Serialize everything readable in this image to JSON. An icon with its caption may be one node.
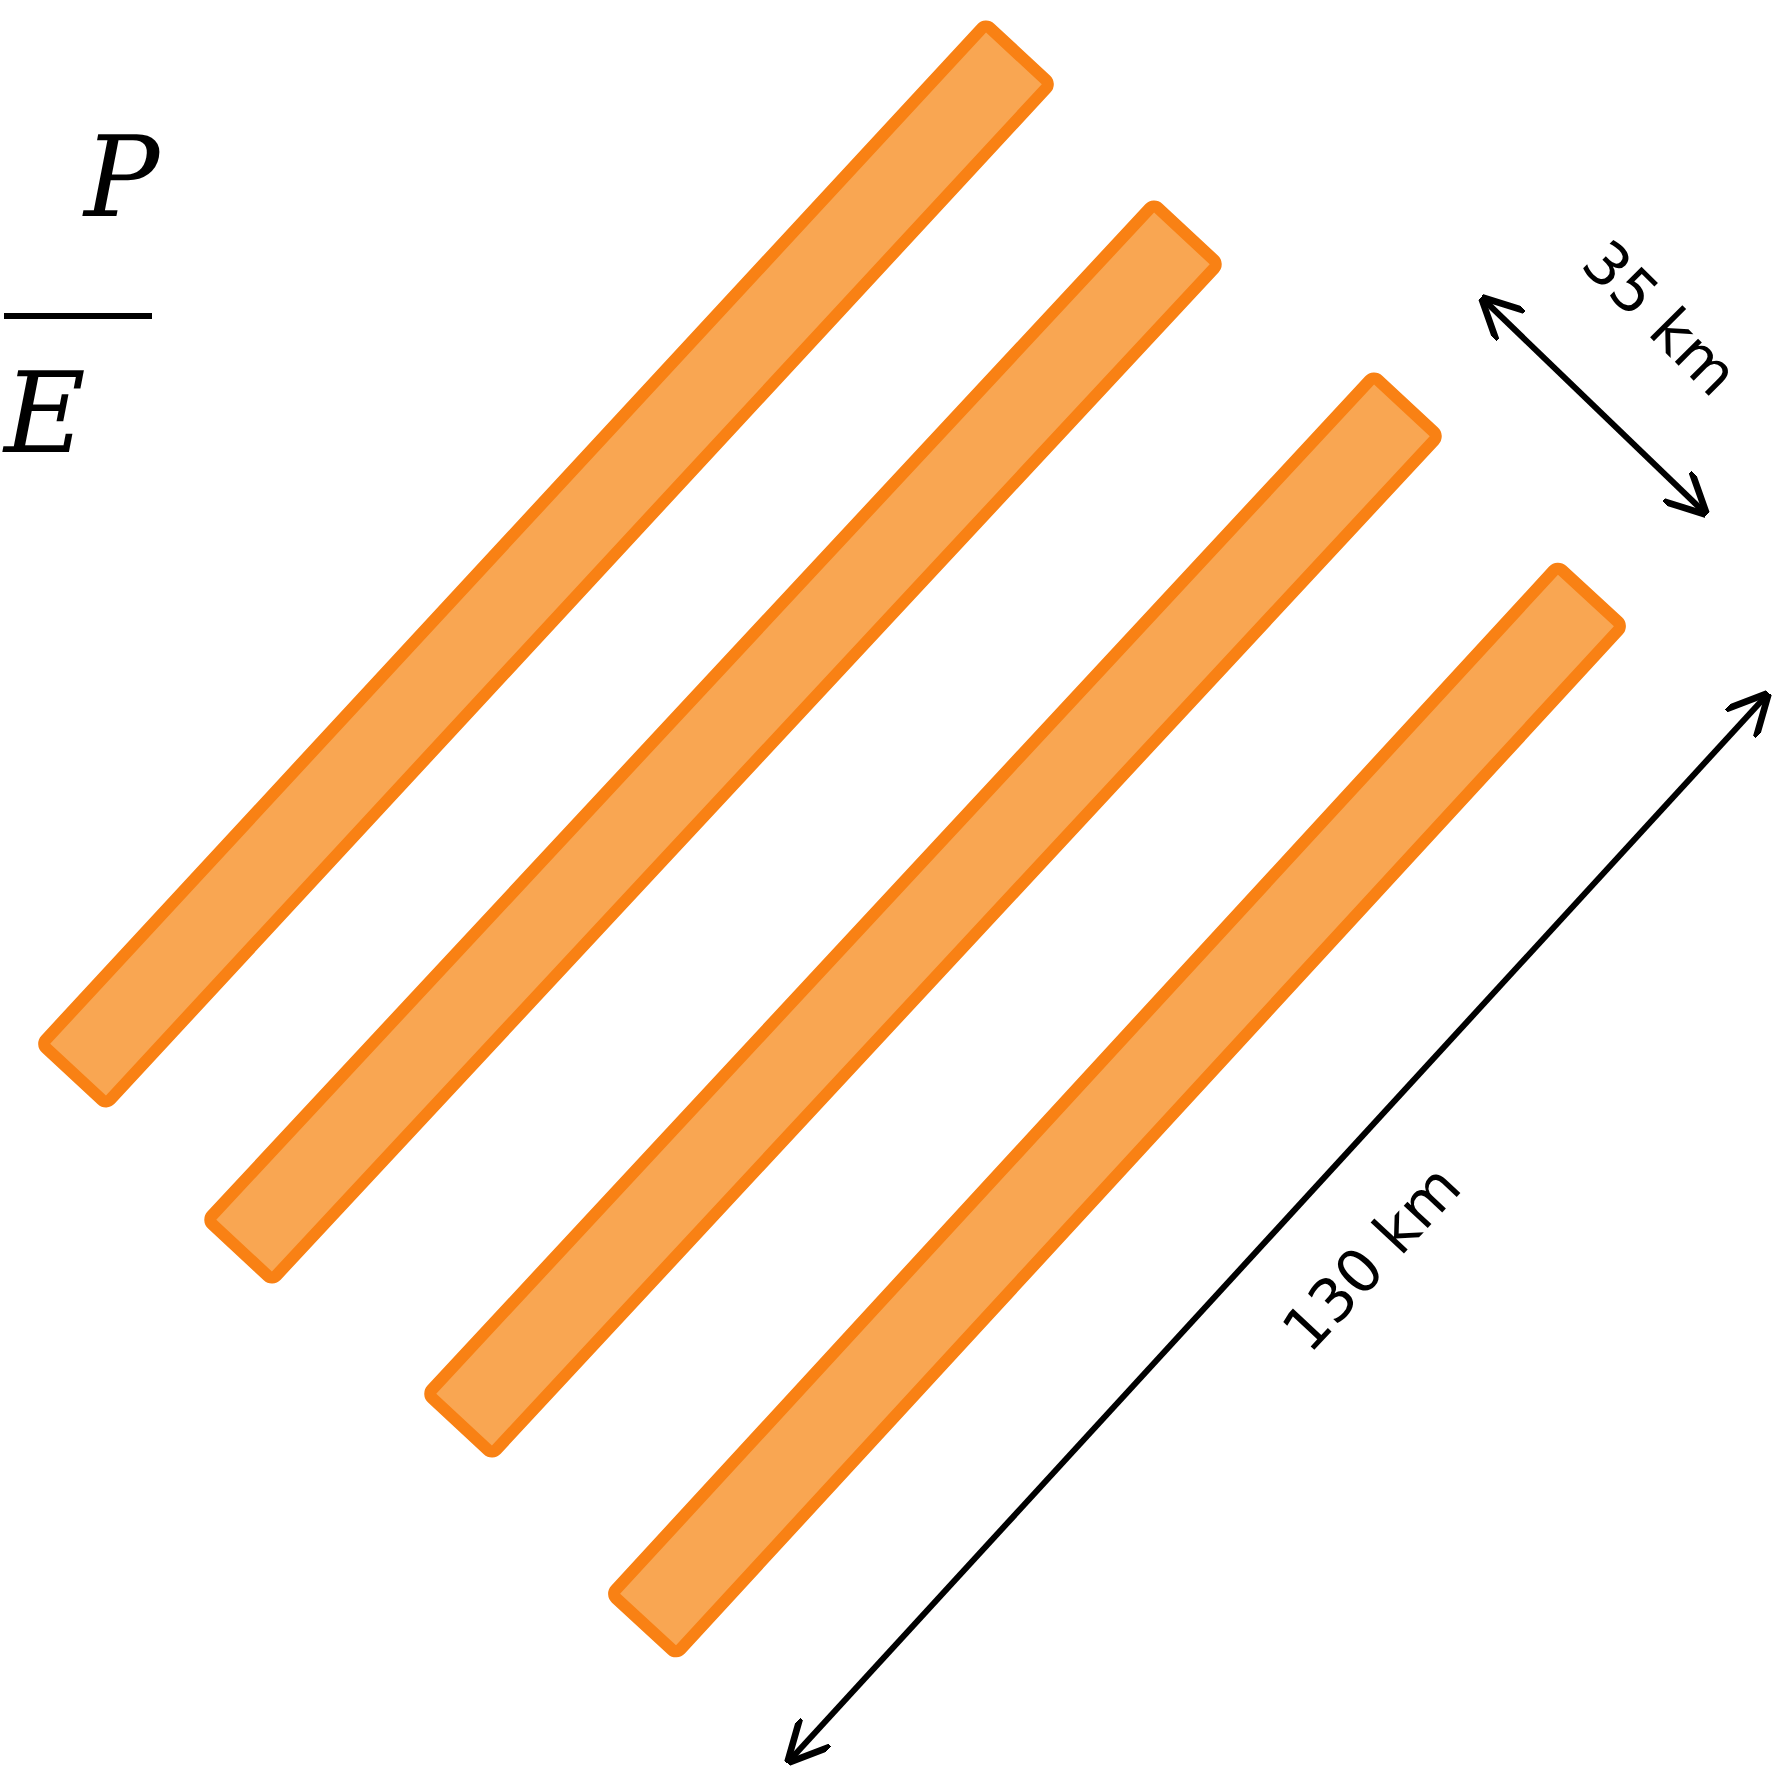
{
  "diagram": {
    "nodes": [
      {
        "text": [],
        "shape": "bar"
      },
      {
        "text": [],
        "shape": "bar"
      },
      {
        "text": [],
        "shape": "bar"
      },
      {
        "text": [],
        "shape": "bar"
      }
    ],
    "labels": [
      "P",
      "E",
      "35 km",
      "130 km"
    ]
  }
}
